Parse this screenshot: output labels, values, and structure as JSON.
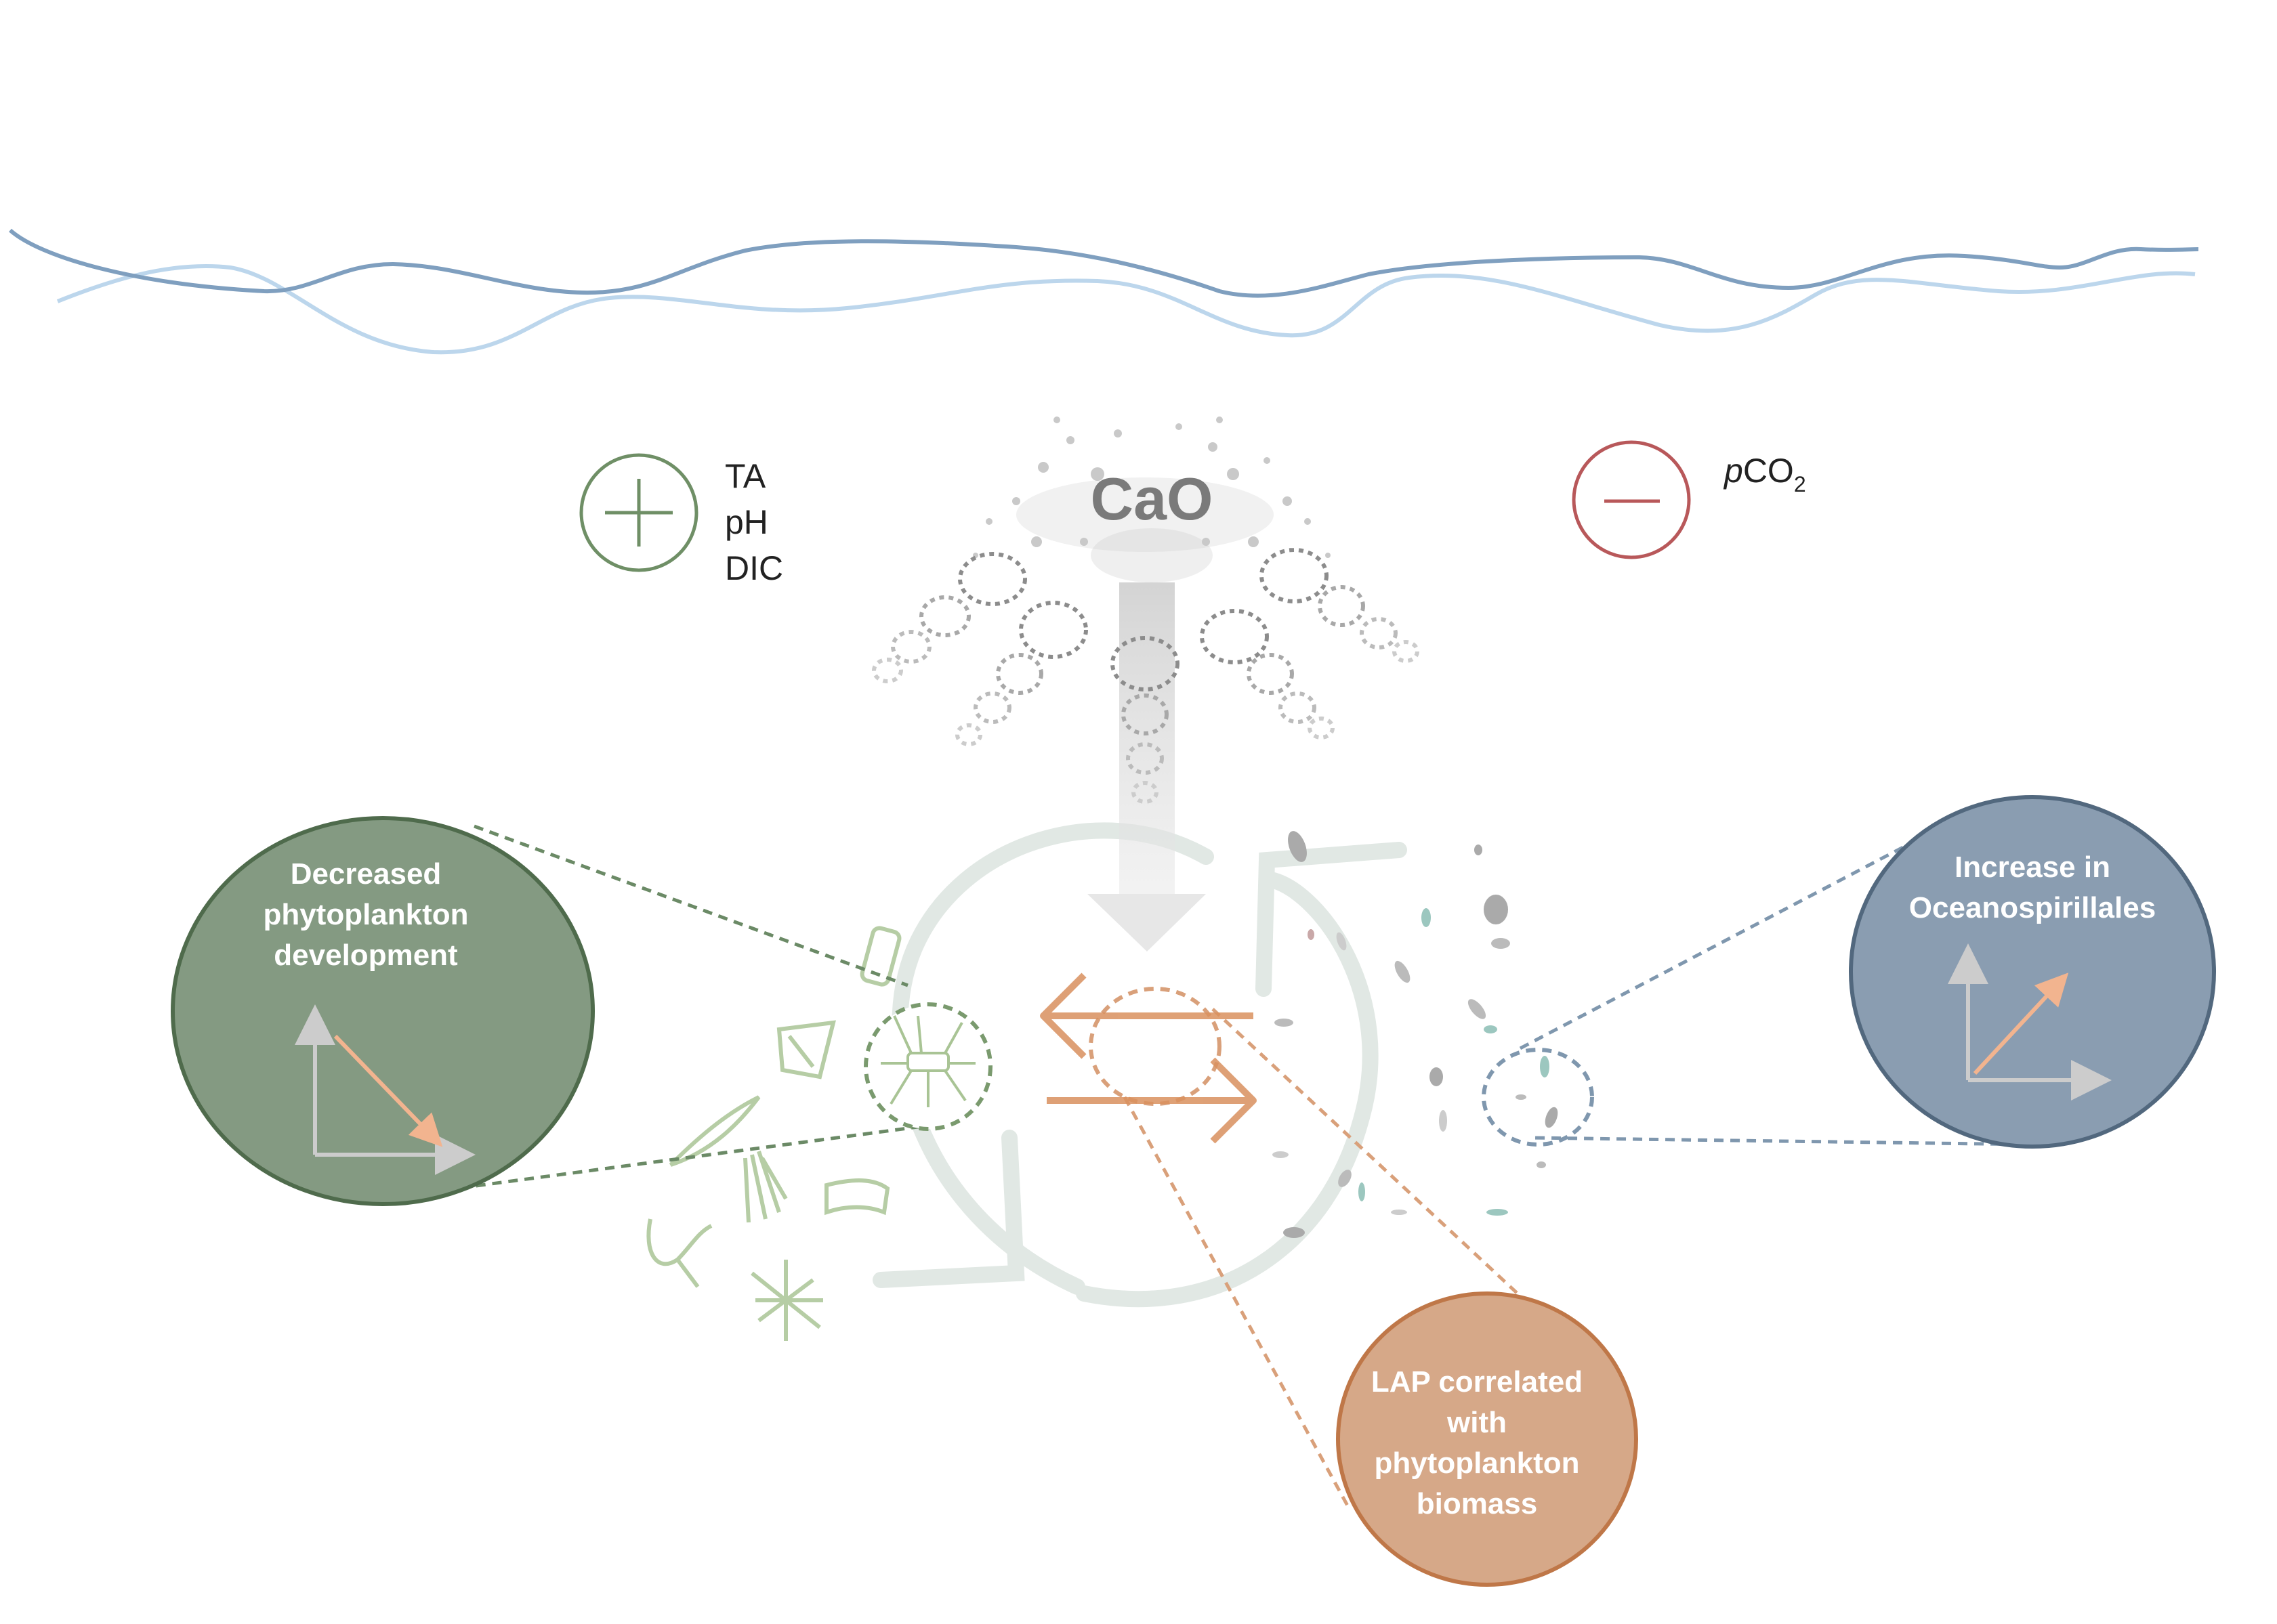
{
  "inputs": {
    "compound": "CaO"
  },
  "effects": {
    "increase": {
      "symbol_icon": "plus-circle-icon",
      "color": "#6f8f66",
      "items": [
        "TA",
        "pH",
        "DIC"
      ]
    },
    "decrease": {
      "symbol_icon": "minus-circle-icon",
      "color": "#b8585a",
      "item_prefix": "p",
      "item_base": "CO",
      "item_sub": "2"
    }
  },
  "callouts": {
    "phytoplankton": {
      "lines": [
        "Decreased",
        "phytoplankton",
        "development"
      ],
      "color": "#849a82",
      "trend": "down"
    },
    "bacteria": {
      "lines": [
        "Increase in",
        "Oceanospirillales"
      ],
      "color": "#8a9db1",
      "trend": "up"
    },
    "enzyme": {
      "lines": [
        "LAP correlated",
        "with",
        "phytoplankton",
        "biomass"
      ],
      "color": "#d6a888"
    }
  },
  "colors": {
    "wave_dark": "#7f9fbf",
    "wave_light": "#bcd6ec",
    "trend_arrow": "#f2b48f",
    "exchange_arrow": "#d9905e",
    "cycle": "#e1e8e4"
  }
}
